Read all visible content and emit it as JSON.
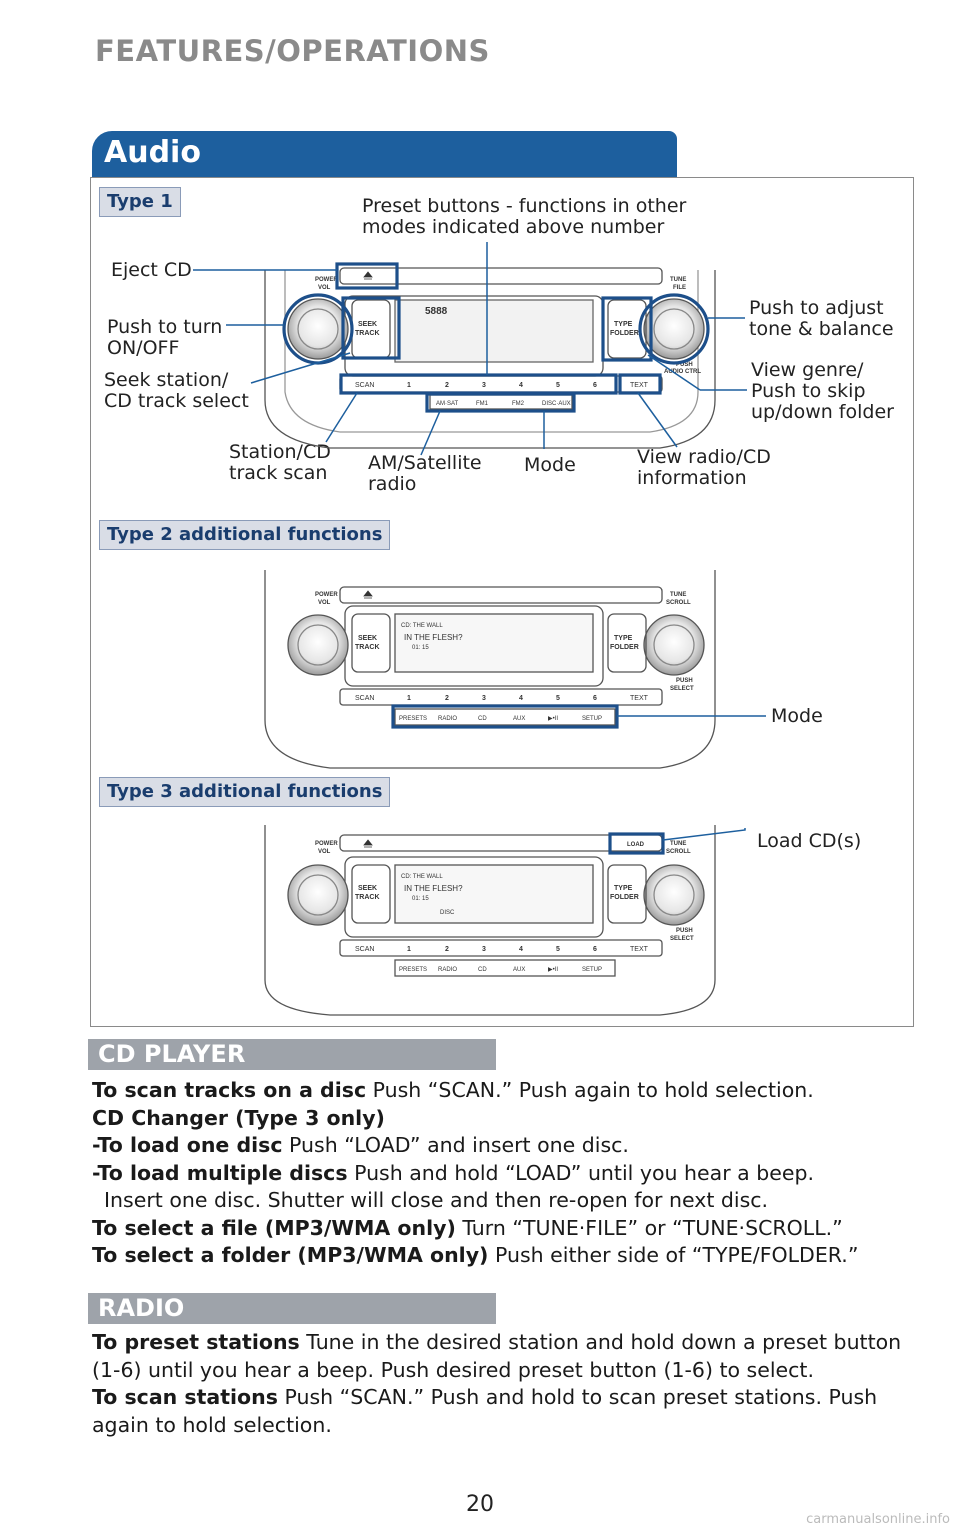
{
  "header": {
    "title": "FEATURES/OPERATIONS"
  },
  "section_title": "Audio",
  "type1": {
    "tag": "Type 1",
    "callouts": {
      "preset": "Preset buttons - functions in other\nmodes indicated above number",
      "eject": "Eject CD",
      "power": "Push to turn\nON/OFF",
      "seek": "Seek station/\nCD track select",
      "scan": "Station/CD\ntrack scan",
      "am_sat": "AM/Satellite\nradio",
      "mode": "Mode",
      "text_info": "View radio/CD\ninformation",
      "tone": "Push to adjust\ntone & balance",
      "genre": "View genre/\nPush to skip\nup/down folder"
    },
    "radio": {
      "left_knob_label": "POWER\nVOL",
      "right_knob_label": "TUNE\nFILE",
      "push_label": "PUSH\nAUDIO CTRL",
      "seek_label": "SEEK\nTRACK",
      "folder_label": "TYPE\nFOLDER",
      "scan_btn": "SCAN",
      "text_btn": "TEXT",
      "presets": [
        "1",
        "2",
        "3",
        "4",
        "5",
        "6"
      ],
      "mode_buttons": [
        "AM·SAT",
        "FM1",
        "FM2",
        "DISC·AUX"
      ]
    }
  },
  "type2": {
    "tag": "Type 2 additional functions",
    "callout_mode": "Mode",
    "radio": {
      "left_knob_label": "POWER\nVOL",
      "right_knob_label": "TUNE\nSCROLL",
      "push_label": "PUSH\nSELECT",
      "display_line1": "CD:  THE  WALL",
      "display_line2": "IN  THE  FLESH?",
      "display_line3": "01: 15",
      "mode_buttons": [
        "PRESETS",
        "RADIO",
        "CD",
        "AUX",
        "▶•II",
        "SETUP"
      ]
    }
  },
  "type3": {
    "tag": "Type 3 additional functions",
    "callout_load": "Load CD(s)",
    "radio": {
      "load_btn": "LOAD",
      "display_line1": "CD:  THE  WALL",
      "display_line2": "IN  THE  FLESH?",
      "display_line3": "01: 15",
      "display_disc": "DISC"
    }
  },
  "cd_player": {
    "title": "CD PLAYER",
    "l1_bold": "To scan tracks on a disc",
    "l1_text": " Push “SCAN.” Push again to hold selection.",
    "l2_bold": "CD Changer (Type 3 only)",
    "l3_bold": "-To load one disc",
    "l3_text": " Push “LOAD” and insert one disc.",
    "l4_bold": "-To load multiple discs",
    "l4_text": " Push and hold “LOAD” until you hear a beep.",
    "l5_text": "Insert one disc. Shutter will close and then re-open for next disc.",
    "l6_bold": "To select a file (MP3/WMA only)",
    "l6_text": " Turn “TUNE·FILE” or “TUNE·SCROLL.”",
    "l7_bold": "To select a folder (MP3/WMA only)",
    "l7_text": " Push either side of “TYPE/FOLDER.”"
  },
  "radio_section": {
    "title": "RADIO",
    "l1_bold": "To preset stations",
    "l1_text": " Tune in the desired station and hold down a preset button (1-6) until you hear a beep. Push desired preset button (1-6) to select.",
    "l2_bold": "To scan stations",
    "l2_text": " Push “SCAN.” Push and hold to scan preset stations. Push again to hold selection."
  },
  "page_number": "20",
  "watermark": "carmanualsonline.info",
  "colors": {
    "accent": "#1d5f9e",
    "section_bar": "#9ea3aa",
    "header_grey": "#8a8a8a"
  }
}
